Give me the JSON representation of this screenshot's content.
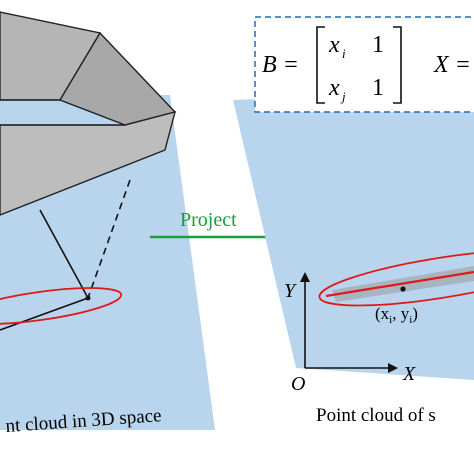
{
  "arrow": {
    "label": "Project",
    "color": "#1a9e3a"
  },
  "matrix_box": {
    "lhs": "B =",
    "row1_var": "x",
    "row1_sub": "i",
    "row1_const": "1",
    "row2_var": "x",
    "row2_sub": "j",
    "row2_const": "1",
    "rhs_start": "X ="
  },
  "axes": {
    "y_label": "Y",
    "x_label": "X",
    "origin_label": "O"
  },
  "point": {
    "label": "(x",
    "sub_i": "i",
    "mid": ", y",
    "close": ")"
  },
  "captions": {
    "left": "nt cloud in 3D space",
    "right": "Point cloud of s"
  },
  "colors": {
    "plane": "#b9d5ee",
    "gray_face": "#b9b9b9",
    "ellipse": "#e01818",
    "box_border": "#1f6fb2"
  }
}
